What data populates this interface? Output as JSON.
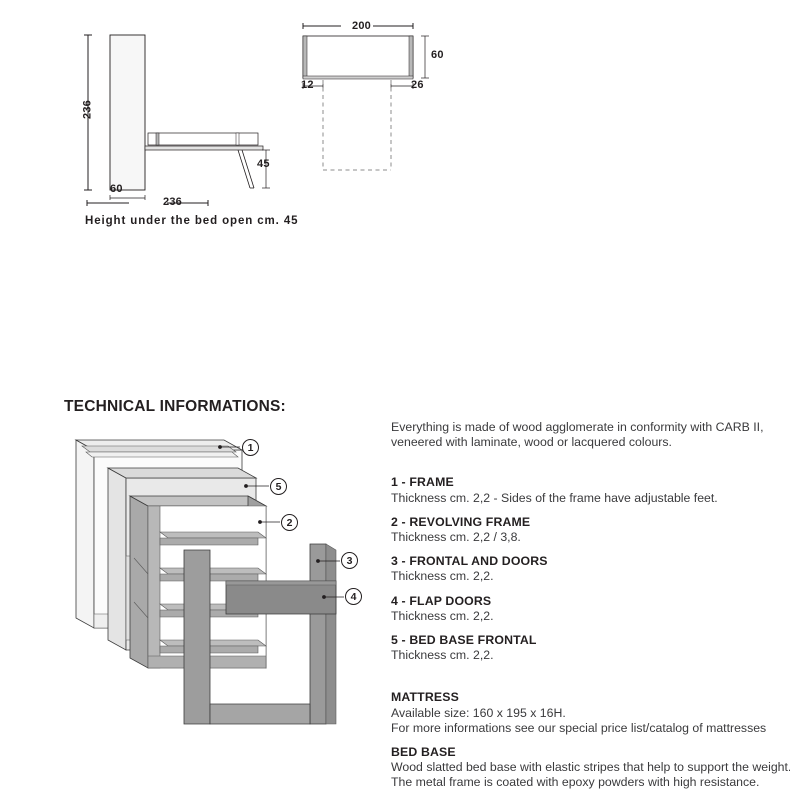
{
  "drawings": {
    "side_view": {
      "name": "side-elevation-bed-closed-and-open",
      "dimensions": {
        "height": "236",
        "cabinet_depth": "60",
        "bed_length": "236",
        "clearance": "45"
      },
      "caption": "Height under the bed open cm. 45"
    },
    "top_view": {
      "name": "front-elevation-cabinet",
      "dimensions": {
        "width": "200",
        "height": "60",
        "left_offset": "12",
        "right_offset": "26"
      }
    }
  },
  "section": {
    "title": "TECHNICAL INFORMATIONS:"
  },
  "exploded_view": {
    "callouts": [
      {
        "id": "1",
        "label": "1"
      },
      {
        "id": "5",
        "label": "5"
      },
      {
        "id": "2",
        "label": "2"
      },
      {
        "id": "3",
        "label": "3"
      },
      {
        "id": "4",
        "label": "4"
      }
    ]
  },
  "spec": {
    "intro": [
      "Everything is made of wood agglomerate in conformity with CARB II,",
      "veneered with laminate, wood or lacquered colours."
    ],
    "items": [
      {
        "head": "1 - FRAME",
        "lines": [
          "Thickness cm. 2,2 - Sides of the frame have adjustable feet."
        ]
      },
      {
        "head": "2 - REVOLVING FRAME",
        "lines": [
          "Thickness cm. 2,2 / 3,8."
        ]
      },
      {
        "head": "3 - FRONTAL AND DOORS",
        "lines": [
          "Thickness cm. 2,2."
        ]
      },
      {
        "head": "4 - FLAP DOORS",
        "lines": [
          "Thickness cm. 2,2."
        ]
      },
      {
        "head": "5 - BED BASE FRONTAL",
        "lines": [
          "Thickness cm. 2,2."
        ]
      }
    ],
    "extras": [
      {
        "head": "MATTRESS",
        "lines": [
          "Available size: 160 x 195 x 16H.",
          "For more informations see our special price list/catalog of mattresses"
        ]
      },
      {
        "head": "BED BASE",
        "lines": [
          "Wood slatted bed base with elastic stripes that help to support the weight.",
          "The metal frame is coated with epoxy powders with high resistance."
        ]
      }
    ]
  },
  "colors": {
    "line": "#231f20",
    "text_body": "#3a3a3c",
    "fill_light": "#f2f2f2",
    "fill_mid": "#d9d9d9",
    "fill_dark": "#a8a8a8",
    "fill_darker": "#8a8a8a"
  }
}
